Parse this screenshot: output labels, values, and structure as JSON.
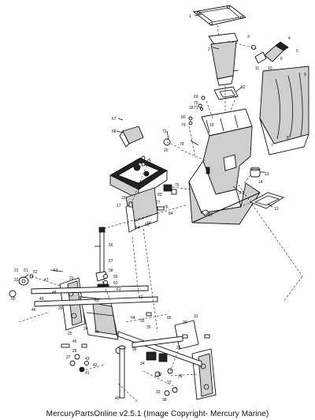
{
  "caption": "MercuryPartsOnline v2.5.1 (Image Copyright- Mercury Marine)",
  "callouts": [
    "1",
    "2",
    "3",
    "4",
    "5",
    "6",
    "7",
    "8",
    "9",
    "10",
    "11",
    "12",
    "13",
    "14",
    "15",
    "16",
    "17",
    "18",
    "19",
    "20",
    "21",
    "22",
    "23",
    "24",
    "25",
    "26",
    "27",
    "28",
    "29",
    "30",
    "31",
    "32",
    "33",
    "34",
    "35",
    "36",
    "37",
    "38",
    "39",
    "40",
    "41",
    "42",
    "43",
    "44",
    "45",
    "46",
    "47",
    "48",
    "49",
    "50",
    "51",
    "52",
    "53",
    "54",
    "55",
    "56",
    "57",
    "58",
    "59",
    "60",
    "61",
    "62",
    "63",
    "64",
    "65",
    "66",
    "67",
    "68",
    "69",
    "70",
    "71",
    "72",
    "73",
    "74",
    "75",
    "76",
    "77",
    "78",
    "79",
    "80",
    "81",
    "82",
    "83",
    "84"
  ]
}
